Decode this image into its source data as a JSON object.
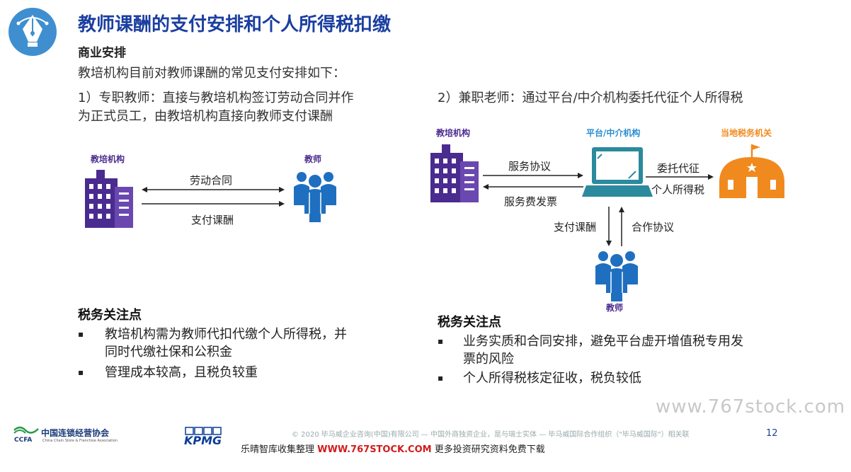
{
  "title": "教师课酬的支付安排和个人所得税扣缴",
  "subhead": "商业安排",
  "intro": "教培机构目前对教师课酬的常见支付安排如下：",
  "left": {
    "para_line1": "1）专职教师：直接与教培机构签订劳动合同并作",
    "para_line2": "为正式员工，由教培机构直接向教师支付课酬",
    "org_label": "教培机构",
    "teacher_label": "教师",
    "arrow_top": "劳动合同",
    "arrow_bottom": "支付课酬",
    "tax_head": "税务关注点",
    "bullets": [
      {
        "line1": "教培机构需为教师代扣代缴个人所得税，并",
        "line2": "同时代缴社保和公积金"
      },
      {
        "line1": "管理成本较高，且税负较重",
        "line2": ""
      }
    ]
  },
  "right": {
    "para": "2）兼职老师：通过平台/中介机构委托代征个人所得税",
    "org_label": "教培机构",
    "platform_label": "平台/中介机构",
    "tax_office_label": "当地税务机关",
    "teacher_label": "教师",
    "service_agreement": "服务协议",
    "service_invoice": "服务费发票",
    "entrust_line1": "委托代征",
    "entrust_line2": "个人所得税",
    "pay_fee": "支付课酬",
    "coop_agreement": "合作协议",
    "tax_head": "税务关注点",
    "bullets": [
      {
        "line1": "业务实质和合同安排，避免平台虚开增值税专用发",
        "line2": "票的风险"
      },
      {
        "line1": "个人所得税核定征收，税负较低",
        "line2": ""
      }
    ]
  },
  "footer": {
    "ccfa_name": "中国连锁经营协会",
    "ccfa_abbr": "CCFA",
    "ccfa_en": "China Chain Store & Franchise Association",
    "kpmg": "KPMG",
    "copyright": "© 2020 毕马威企业咨询(中国)有限公司 — 中国外商独资企业，是与瑞士实体 — 毕马威国际合作组织（\"毕马威国际\"）相关联",
    "page_number": "12",
    "watermark": "www.767stock.com",
    "collect_prefix": "乐晴智库收集整理",
    "collect_url": "WWW.767STOCK.COM",
    "collect_suffix": "更多投资研究资料免费下载"
  },
  "colors": {
    "title": "#1b3fa0",
    "purple": "#4a2b8f",
    "blue_people": "#1f6fc0",
    "teal_laptop": "#2b8a9e",
    "orange": "#f08a1e"
  }
}
